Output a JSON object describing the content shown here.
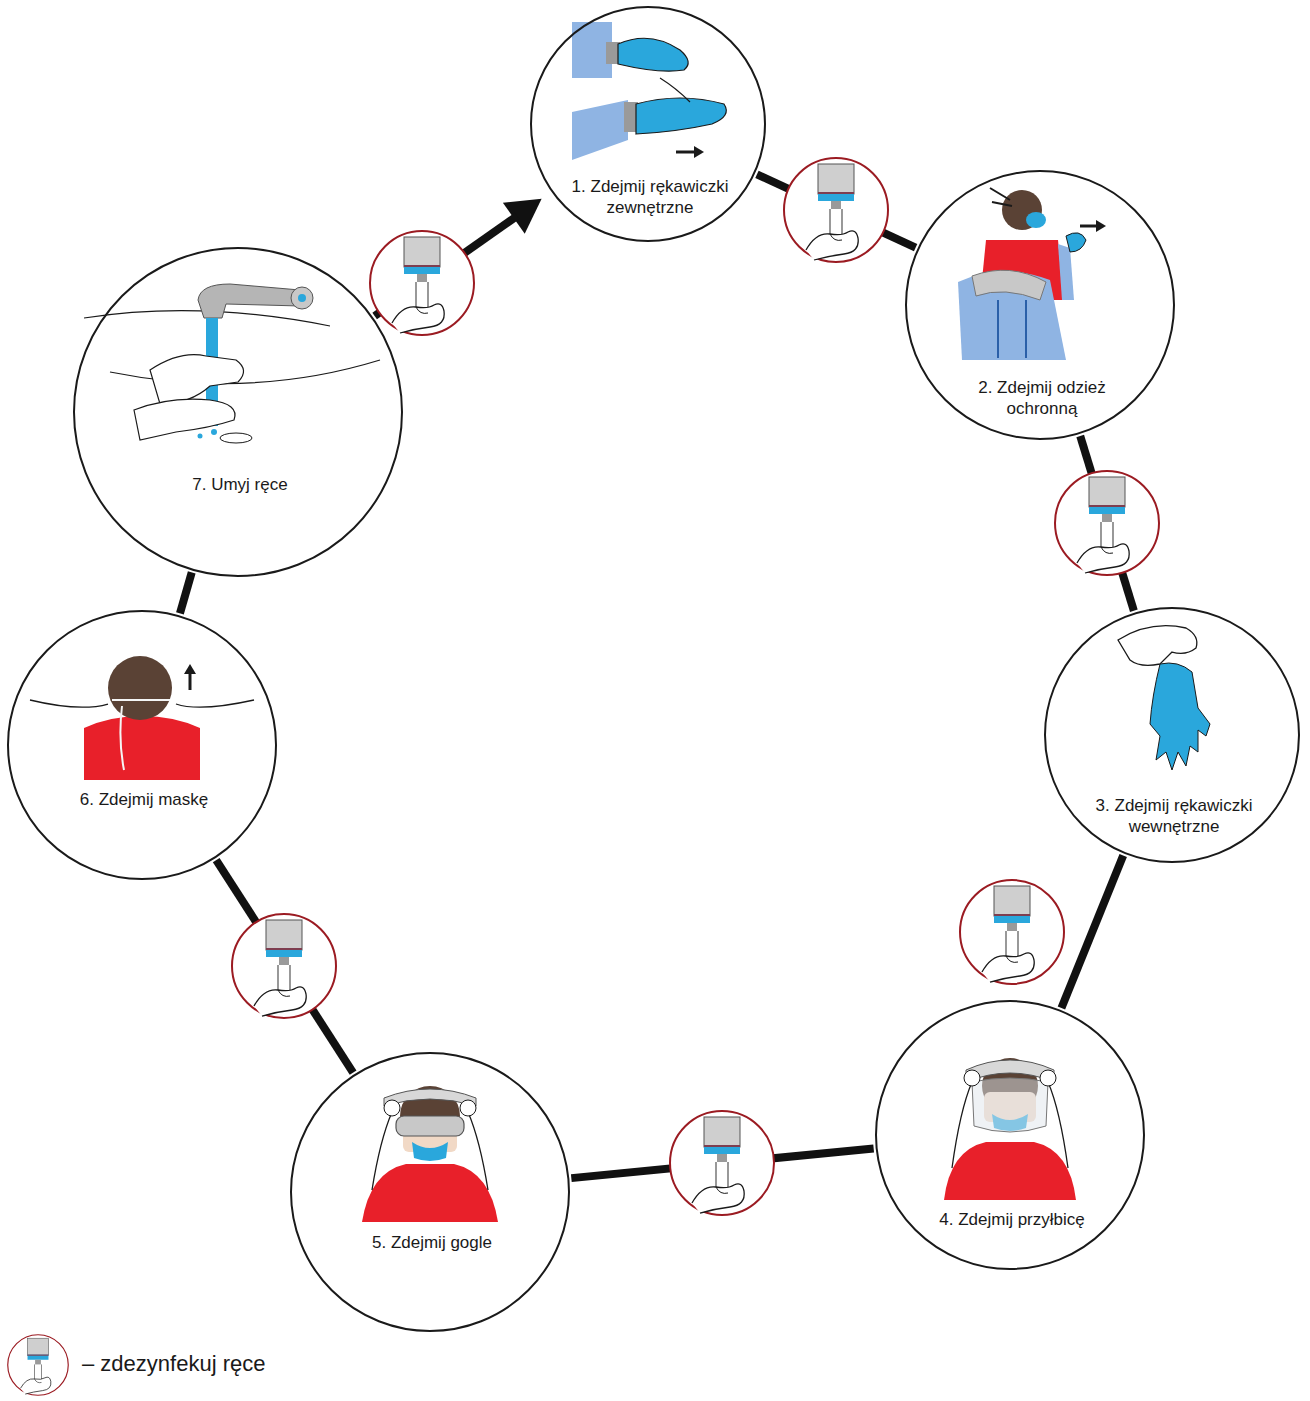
{
  "diagram": {
    "nodes": [
      {
        "text": [
          "1. Zdejmij rękawiczki zewnętrzne"
        ]
      },
      {
        "text": [
          "2. Zdejmij odzież ochronną"
        ]
      },
      {
        "text": [
          "3. Zdejmij rękawiczki wewnętrzne"
        ]
      },
      {
        "text": [
          "4. Zdejmij przyłbicę"
        ]
      },
      {
        "text": [
          "5. Zdejmij gogle"
        ]
      },
      {
        "text": [
          "6. Zdejmij maskę"
        ]
      },
      {
        "text": [
          "7. Umyj ręce"
        ]
      }
    ],
    "edges": [
      {
        "from": 0,
        "to": 1,
        "arrow": "none"
      },
      {
        "from": 1,
        "to": 2,
        "arrow": "none"
      },
      {
        "from": 2,
        "to": 3,
        "arrow": "none"
      },
      {
        "from": 3,
        "to": 4,
        "arrow": "none"
      },
      {
        "from": 4,
        "to": 5,
        "arrow": "none"
      },
      {
        "from": 5,
        "to": 6,
        "arrow": "none"
      },
      {
        "from": 6,
        "to": 0,
        "arrow": "to"
      }
    ],
    "legend": [
      {
        "text": "– zdezynfekuj ręce"
      }
    ]
  }
}
